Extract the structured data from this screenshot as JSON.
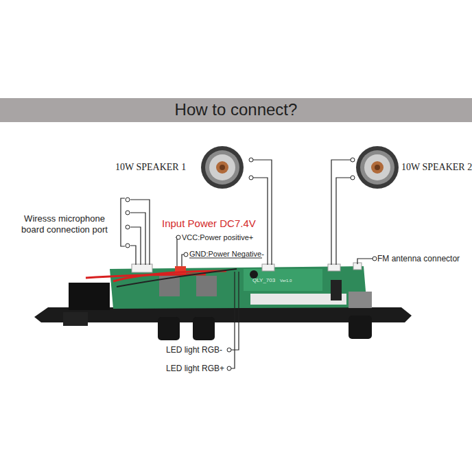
{
  "diagram": {
    "title": "How to connect?",
    "labels": [
      "10W SPEAKER 1",
      "10W SPEAKER 2",
      "Wiresss microphone board connection port",
      "Input Power DC7.4V",
      "VCC:Power positive+",
      "GND:Power Negative-",
      "FM antenna connector",
      "QLY_703",
      "Ver1.0",
      "LED light RGB-",
      "LED light RGB+"
    ]
  }
}
